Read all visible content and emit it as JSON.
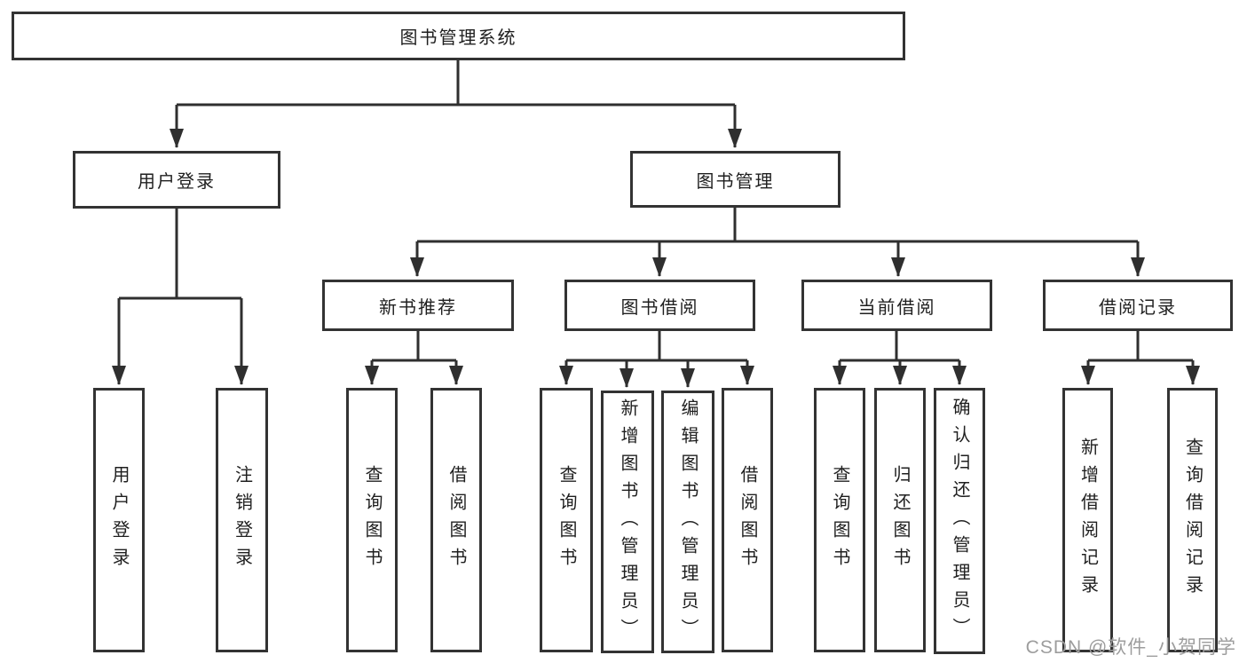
{
  "diagram": {
    "tree": {
      "root": {
        "label": "图书管理系统",
        "children": [
          {
            "label": "用户登录",
            "children": [
              {
                "label": "用户登录"
              },
              {
                "label": "注销登录"
              }
            ]
          },
          {
            "label": "图书管理",
            "children": [
              {
                "label": "新书推荐",
                "children": [
                  {
                    "label": "查询图书"
                  },
                  {
                    "label": "借阅图书"
                  }
                ]
              },
              {
                "label": "图书借阅",
                "children": [
                  {
                    "label": "查询图书"
                  },
                  {
                    "label": "新增图书（管理员）"
                  },
                  {
                    "label": "编辑图书（管理员）"
                  },
                  {
                    "label": "借阅图书"
                  }
                ]
              },
              {
                "label": "当前借阅",
                "children": [
                  {
                    "label": "查询图书"
                  },
                  {
                    "label": "归还图书"
                  },
                  {
                    "label": "确认归还（管理员）"
                  }
                ]
              },
              {
                "label": "借阅记录",
                "children": [
                  {
                    "label": "新增借阅记录"
                  },
                  {
                    "label": "查询借阅记录"
                  }
                ]
              }
            ]
          }
        ]
      }
    },
    "colors": {
      "background": "#ffffff",
      "box_border": "#333333",
      "connector_line": "#2f2f2f",
      "text": "#1f1f1f",
      "watermark": "#9d9d9d"
    }
  },
  "watermark": {
    "text": "CSDN @软件_小贺同学"
  }
}
